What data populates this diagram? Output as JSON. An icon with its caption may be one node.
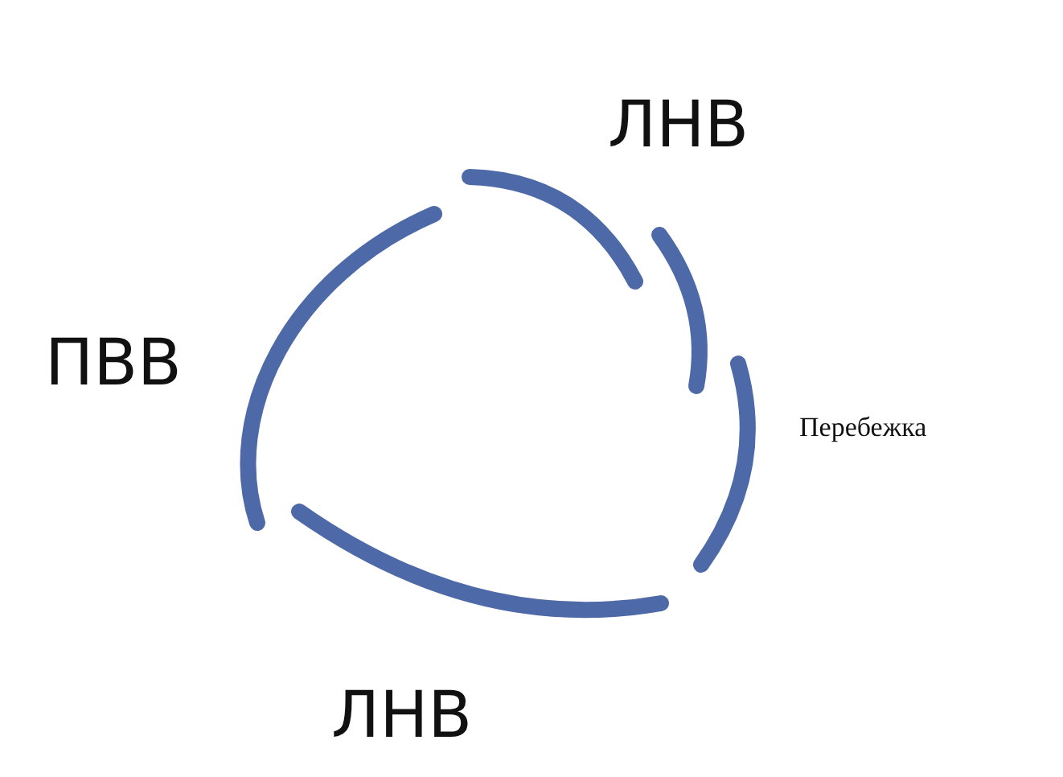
{
  "diagram": {
    "labels": [
      "ЛНВ",
      "ПВВ",
      "Перебежка",
      "ЛНВ"
    ]
  }
}
